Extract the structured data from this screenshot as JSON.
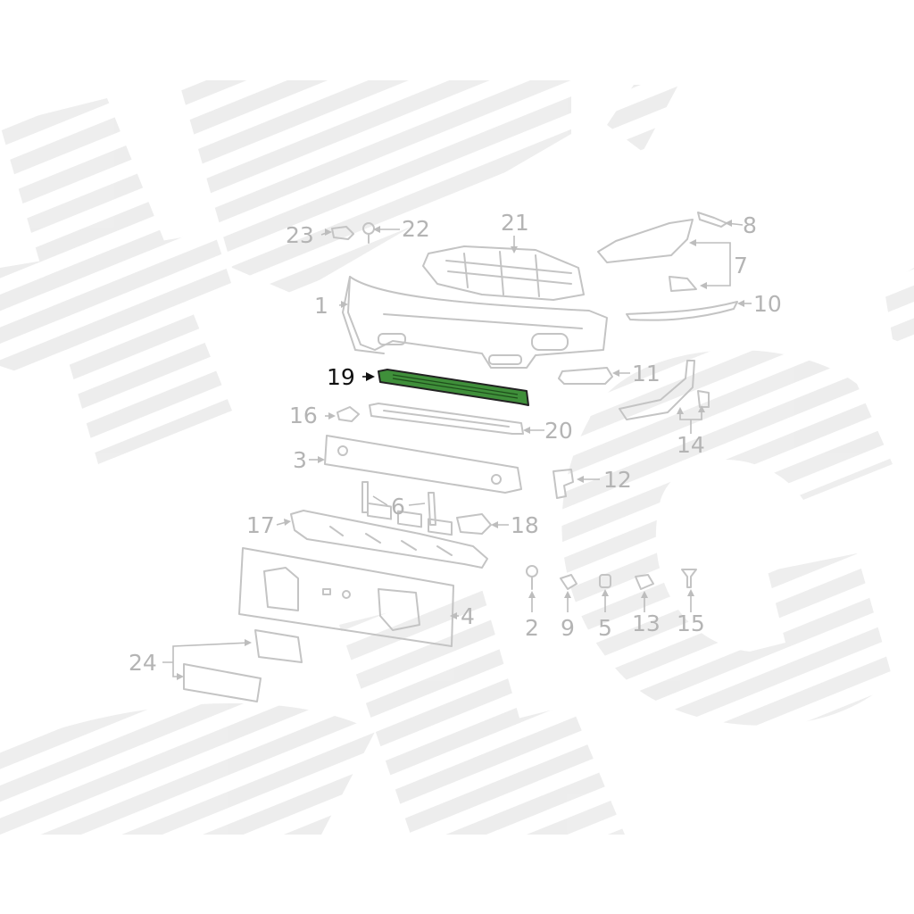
{
  "diagram": {
    "highlighted_part": "19",
    "highlight_color": "#3f8f3a",
    "callouts": [
      "1",
      "2",
      "3",
      "4",
      "5",
      "6",
      "7",
      "8",
      "9",
      "10",
      "11",
      "12",
      "13",
      "14",
      "15",
      "16",
      "17",
      "18",
      "19",
      "20",
      "21",
      "22",
      "23",
      "24"
    ]
  }
}
